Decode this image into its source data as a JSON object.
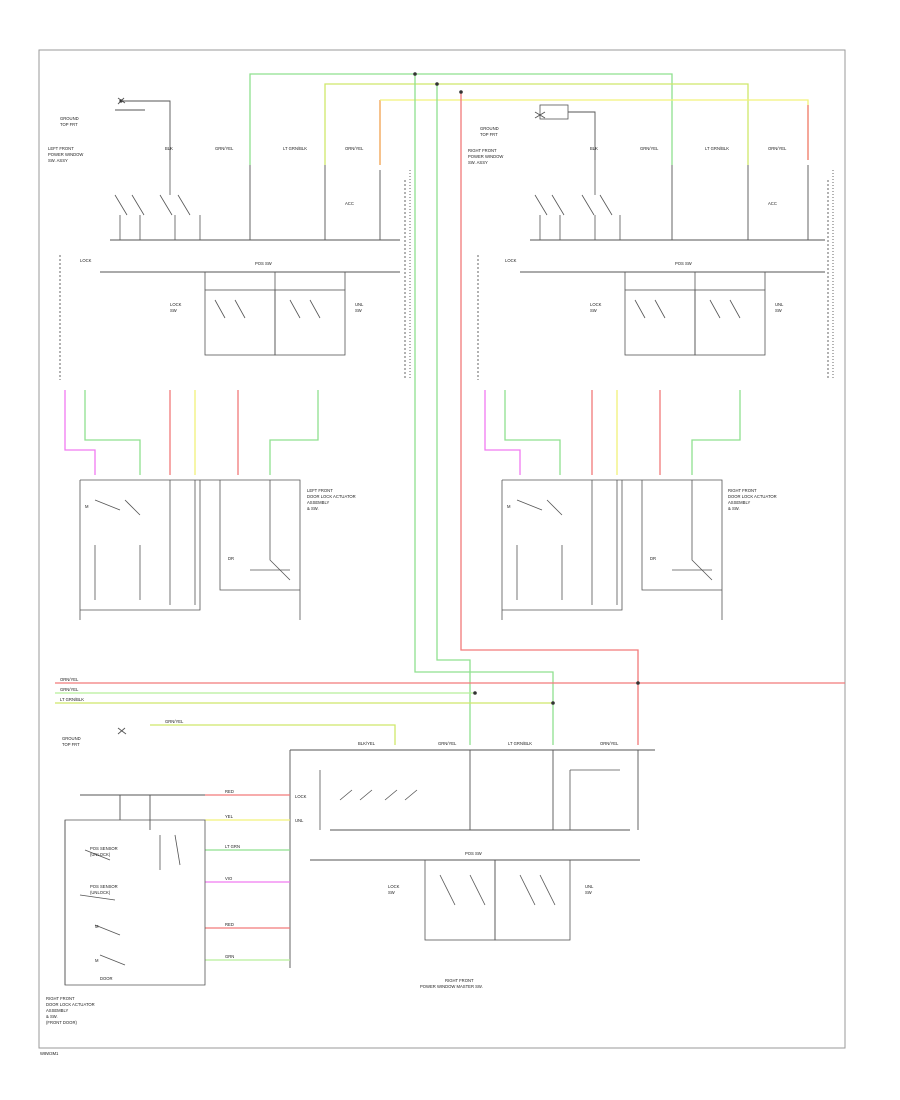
{
  "colors": {
    "green": "#8fe08f",
    "light_green": "#b8ef9b",
    "yellow_green": "#cfe86a",
    "orange": "#f2a04f",
    "red": "#f27a7a",
    "yellow": "#f2f27a",
    "magenta": "#f07af0",
    "gray": "#555555"
  },
  "labels": {
    "left_door_connector": [
      "LEFT FRONT",
      "DOOR LOCK ACTUATOR",
      "ASSEMBLY",
      "& SW."
    ],
    "right_door_connector": [
      "RIGHT FRONT",
      "DOOR LOCK ACTUATOR",
      "ASSEMBLY",
      "& SW."
    ],
    "driver_switch": [
      "RIGHT FRONT",
      "POWER WINDOW MASTER SW."
    ],
    "passenger_actuator": [
      "RIGHT FRONT",
      "DOOR LOCK ACTUATOR",
      "ASSEMBLY",
      "& SW.",
      "(FRONT DOOR)"
    ],
    "footer_code": "W8W3M1"
  }
}
